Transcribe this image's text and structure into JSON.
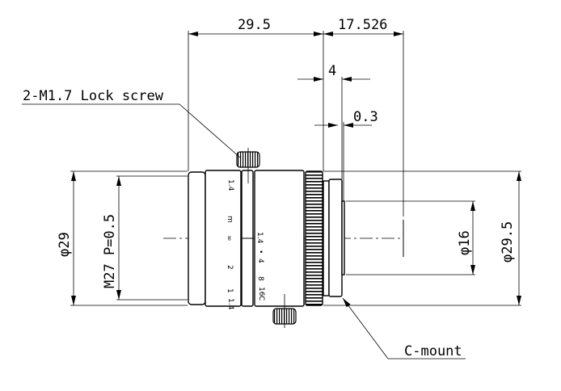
{
  "drawing": {
    "dimensions": {
      "overall_length": "29.5",
      "flange_back": "17.526",
      "mount_length": "4",
      "step": "0.3",
      "front_diameter": "φ29",
      "filter_thread": "M27 P=0.5",
      "image_diameter": "φ16",
      "body_diameter": "φ29.5"
    },
    "callouts": {
      "lock_screw": "2-M1.7 Lock screw",
      "mount": "C-mount"
    },
    "focus_scale": [
      "1.4",
      "m",
      "∞",
      "2",
      "1",
      "1.4"
    ],
    "iris_scale": [
      "1.4",
      "•",
      "4",
      "8",
      "16",
      "C"
    ]
  }
}
